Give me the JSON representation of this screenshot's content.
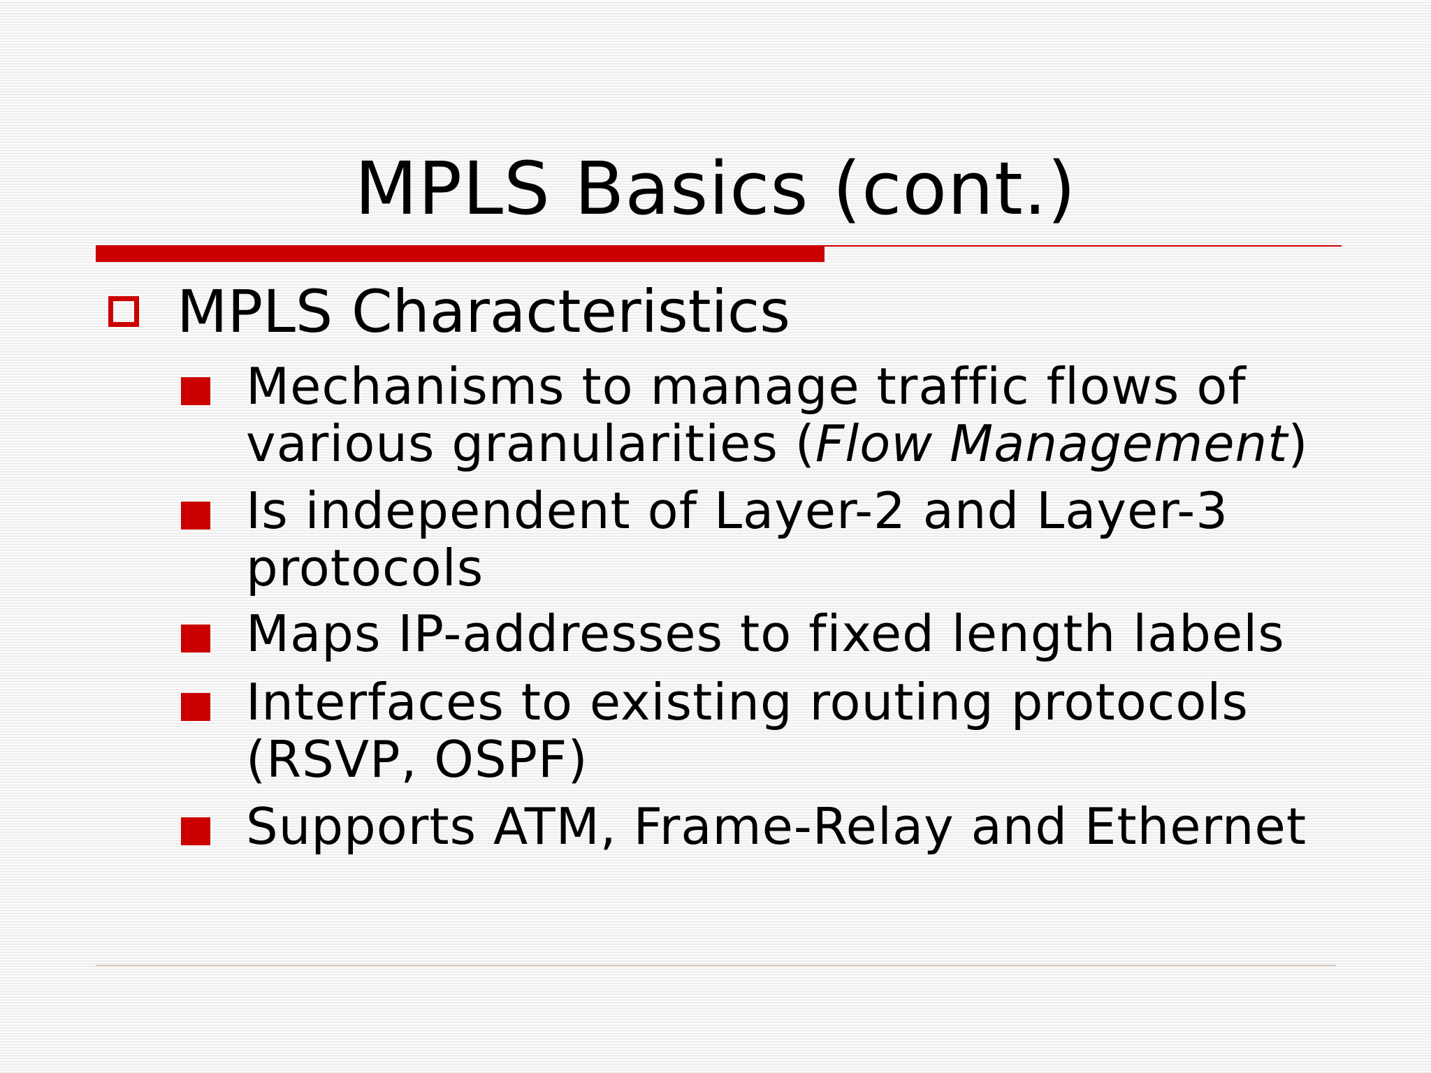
{
  "slide": {
    "title": "MPLS Basics (cont.)",
    "heading": "MPLS Characteristics",
    "bullets": [
      {
        "line1": "Mechanisms to manage traffic flows of",
        "line2_pre": "various granularities (",
        "line2_em": "Flow Management",
        "line2_post": ")"
      },
      {
        "line1": "Is independent of Layer-2 and Layer-3",
        "line2": "protocols"
      },
      {
        "line1": "Maps IP-addresses to fixed length labels"
      },
      {
        "line1": "Interfaces to existing routing protocols",
        "line2": "(RSVP, OSPF)"
      },
      {
        "line1": "Supports ATM, Frame-Relay and Ethernet"
      }
    ]
  },
  "colors": {
    "accent": "#cc0000",
    "text": "#000000",
    "background": "#f7f7f7"
  },
  "icons": {
    "heading_bullet": "hollow-square-icon",
    "item_bullet": "filled-square-icon"
  }
}
